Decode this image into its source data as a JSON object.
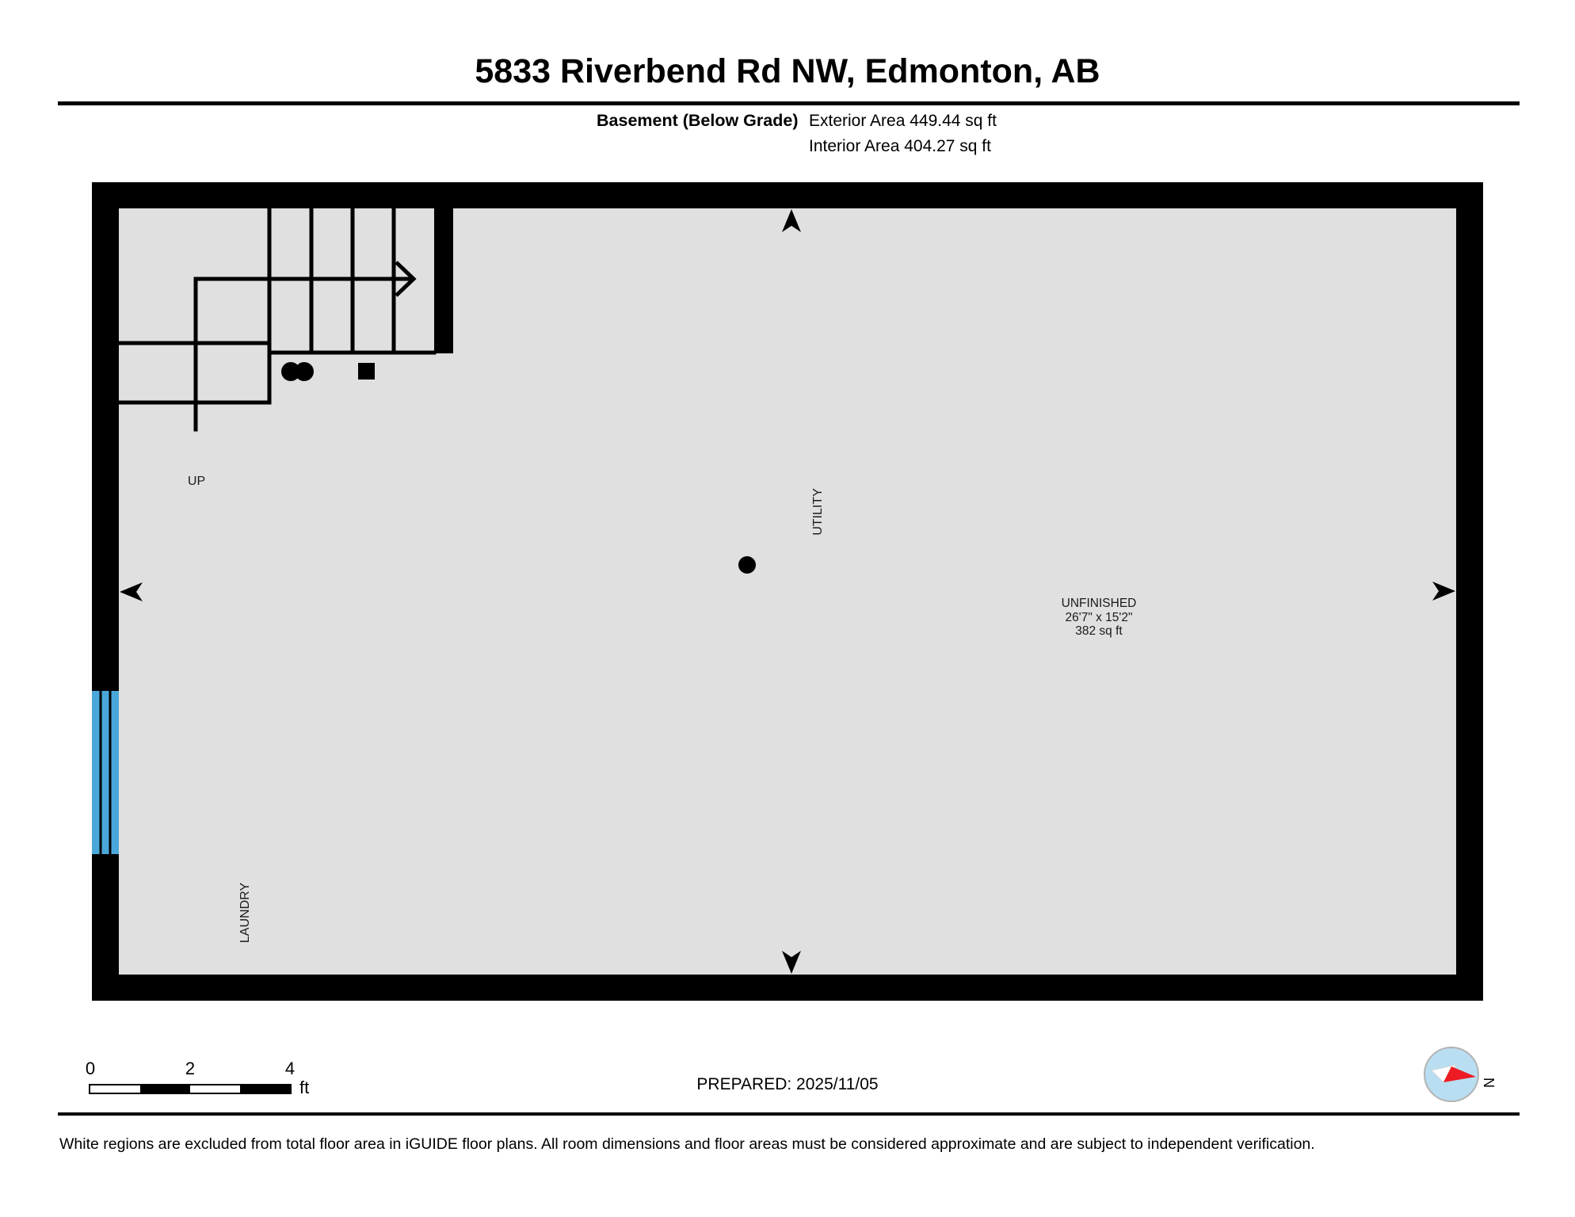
{
  "header": {
    "title": "5833 Riverbend Rd NW, Edmonton, AB",
    "floor_label": "Basement (Below Grade)",
    "exterior_area": "Exterior Area 449.44 sq ft",
    "interior_area": "Interior Area 404.27 sq ft"
  },
  "plan": {
    "labels": {
      "up": "UP",
      "utility": "UTILITY",
      "laundry": "LAUNDRY"
    },
    "room": {
      "name": "UNFINISHED",
      "dimensions": "26'7\" x 15'2\"",
      "area": "382 sq ft"
    },
    "colors": {
      "wall": "#000000",
      "floor": "#e0e0e0",
      "window": "#4aa7da",
      "line": "#000000"
    }
  },
  "footer": {
    "scale": {
      "tick0": "0",
      "tick1": "2",
      "tick2": "4",
      "unit": "ft"
    },
    "prepared": "PREPARED: 2025/11/05",
    "compass": {
      "label": "N",
      "fill": "#b9def2",
      "ring": "#b3b3b3",
      "needle_red": "#ed1c24",
      "needle_white": "#ffffff"
    }
  },
  "disclaimer": "White regions are excluded from total floor area in iGUIDE floor plans. All room dimensions and floor areas must be considered approximate and are subject to independent verification."
}
